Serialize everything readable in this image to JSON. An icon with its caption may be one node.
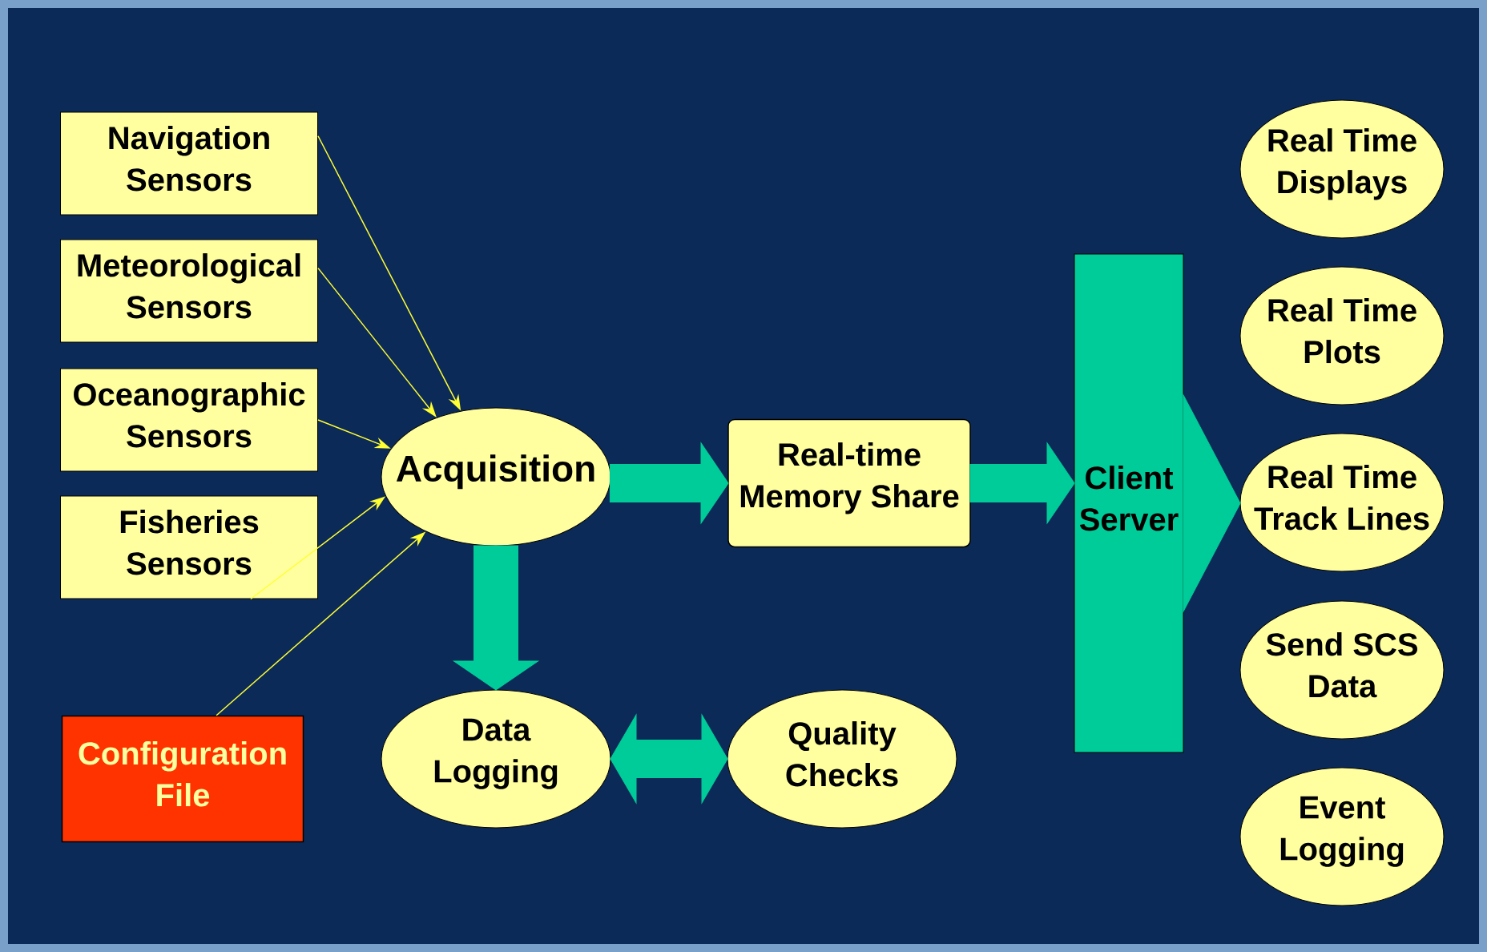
{
  "diagram": {
    "nodes": [
      {
        "text": [
          "Navigation Sensors"
        ]
      },
      {
        "text": [
          "Meteorological Sensors"
        ]
      },
      {
        "text": [
          "Oceanographic Sensors"
        ]
      },
      {
        "text": [
          "Fisheries Sensors"
        ]
      },
      {
        "text": [
          "Acquisition"
        ]
      },
      {
        "text": [
          "Real-time Memory Share"
        ]
      },
      {
        "text": [
          "Client Server"
        ]
      },
      {
        "text": [
          "Real Time Displays"
        ]
      },
      {
        "text": [
          "Real Time Plots"
        ]
      },
      {
        "text": [
          "Real Time Track Lines"
        ]
      },
      {
        "text": [
          "Send SCS Data"
        ]
      },
      {
        "text": [
          "Event Logging"
        ]
      },
      {
        "text": [
          "Configuration File"
        ]
      },
      {
        "text": [
          "Data Logging"
        ]
      },
      {
        "text": [
          "Quality Checks"
        ]
      }
    ],
    "edges": [
      {
        "from": 0,
        "to": 4,
        "arrow": "to"
      },
      {
        "from": 1,
        "to": 4,
        "arrow": "to"
      },
      {
        "from": 2,
        "to": 4,
        "arrow": "to"
      },
      {
        "from": 3,
        "to": 4,
        "arrow": "to"
      },
      {
        "from": 12,
        "to": 4,
        "arrow": "to"
      },
      {
        "from": 4,
        "to": 5,
        "arrow": "to",
        "style": "thick",
        "color": "#00cc99"
      },
      {
        "from": 5,
        "to": 6,
        "arrow": "to",
        "style": "thick",
        "color": "#00cc99"
      },
      {
        "from": 6,
        "to": 9,
        "arrow": "to",
        "style": "thick",
        "color": "#00cc99"
      },
      {
        "from": 4,
        "to": 13,
        "arrow": "to",
        "style": "thick",
        "color": "#00cc99"
      },
      {
        "from": 13,
        "to": 14,
        "arrow": "both",
        "style": "thick",
        "color": "#00cc99"
      }
    ]
  }
}
